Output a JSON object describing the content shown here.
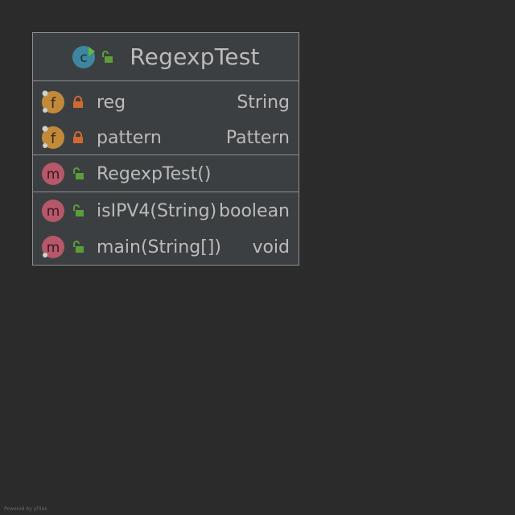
{
  "class_node": {
    "name": "RegexpTest",
    "fields": [
      {
        "name": "reg",
        "type": "String",
        "kind_letter": "f",
        "visibility": "private"
      },
      {
        "name": "pattern",
        "type": "Pattern",
        "kind_letter": "f",
        "visibility": "private"
      }
    ],
    "constructors": [
      {
        "name": "RegexpTest()",
        "type": "",
        "kind_letter": "m",
        "visibility": "public"
      }
    ],
    "methods": [
      {
        "name": "isIPV4(String)",
        "type": "boolean",
        "kind_letter": "m",
        "visibility": "public"
      },
      {
        "name": "main(String[])",
        "type": "void",
        "kind_letter": "m",
        "visibility": "public"
      }
    ]
  },
  "footer": {
    "credit": "Powered by yFiles"
  },
  "colors": {
    "background": "#2b2b2b",
    "node_fill": "#3c3f41",
    "border": "#8e8e8e",
    "text": "#bbbbbb",
    "class_icon": "#3e86a0",
    "field_icon": "#c18a3a",
    "method_icon": "#b6586a",
    "public_lock": "#5a9e3a",
    "private_lock": "#d06a30"
  },
  "icons": {
    "class": "class-icon",
    "field": "field-icon",
    "method": "method-icon",
    "public": "unlocked-padlock-icon",
    "private": "locked-padlock-icon"
  }
}
